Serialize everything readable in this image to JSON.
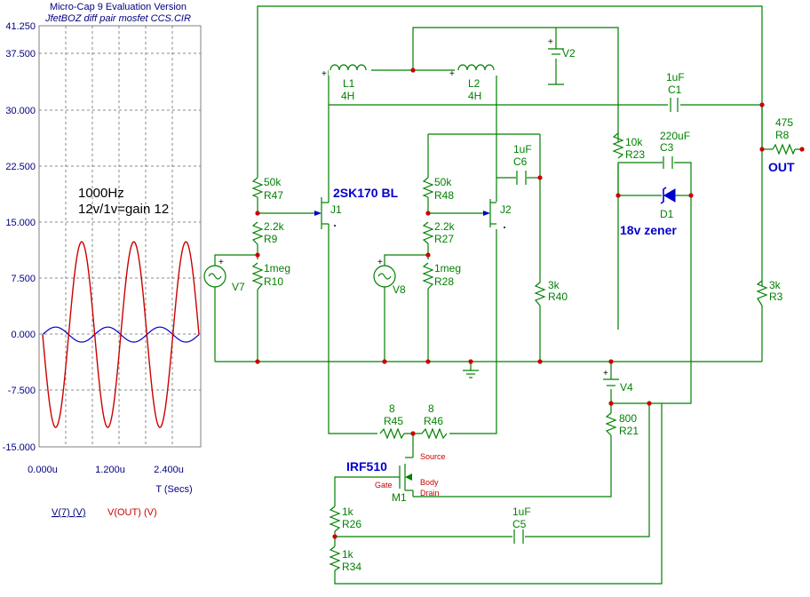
{
  "title": {
    "line1": "Micro-Cap 9 Evaluation Version",
    "line2": "JfetBOZ diff pair mosfet CCS.CIR"
  },
  "plot": {
    "y_ticks": [
      "41.250",
      "37.500",
      "30.000",
      "22.500",
      "15.000",
      "7.500",
      "0.000",
      "-7.500",
      "-15.000"
    ],
    "x_ticks": [
      "0.000u",
      "1.200u",
      "2.400u"
    ],
    "x_label": "T (Secs)",
    "legend_v7": "V(7) (V)",
    "legend_out": "V(OUT) (V)",
    "annotation_1": "1000Hz",
    "annotation_2": "12v/1v=gain 12"
  },
  "chart_data": {
    "type": "line",
    "xlabel": "T (Secs)",
    "ylabel": "",
    "x_ticks": [
      "0.000u",
      "1.200u",
      "2.400u"
    ],
    "ylim": [
      -15,
      41.25
    ],
    "y_ticks": [
      -15,
      -7.5,
      0,
      7.5,
      15,
      22.5,
      30,
      37.5,
      41.25
    ],
    "series": [
      {
        "name": "V(7) (V)",
        "color": "#0000cc",
        "amplitude": 1,
        "cycles": 3,
        "phase_deg": 0
      },
      {
        "name": "V(OUT) (V)",
        "color": "#cc0000",
        "amplitude": 12.4,
        "cycles": 3,
        "phase_deg": 180
      }
    ]
  },
  "components": {
    "L1": {
      "ref": "L1",
      "value": "4H"
    },
    "L2": {
      "ref": "L2",
      "value": "4H"
    },
    "V2": {
      "ref": "V2"
    },
    "C1": {
      "ref": "C1",
      "value": "1uF"
    },
    "R8": {
      "ref": "R8",
      "value": "475"
    },
    "out_label": "OUT",
    "C6": {
      "ref": "C6",
      "value": "1uF"
    },
    "R23": {
      "ref": "R23",
      "value": "10k"
    },
    "C3": {
      "ref": "C3",
      "value": "220uF"
    },
    "D1": {
      "ref": "D1"
    },
    "zener_label": "18v zener",
    "jfet_label": "2SK170 BL",
    "J1": {
      "ref": "J1"
    },
    "J2": {
      "ref": "J2"
    },
    "R47": {
      "ref": "R47",
      "value": "50k"
    },
    "R9": {
      "ref": "R9",
      "value": "2.2k"
    },
    "R10": {
      "ref": "R10",
      "value": "1meg"
    },
    "V7": {
      "ref": "V7"
    },
    "R48": {
      "ref": "R48",
      "value": "50k"
    },
    "R27": {
      "ref": "R27",
      "value": "2.2k"
    },
    "R28": {
      "ref": "R28",
      "value": "1meg"
    },
    "V8": {
      "ref": "V8"
    },
    "R40": {
      "ref": "R40",
      "value": "3k"
    },
    "R3": {
      "ref": "R3",
      "value": "3k"
    },
    "V4": {
      "ref": "V4"
    },
    "R45": {
      "ref": "R45",
      "value": "8"
    },
    "R46": {
      "ref": "R46",
      "value": "8"
    },
    "R21": {
      "ref": "R21",
      "value": "800"
    },
    "M1": {
      "ref": "M1",
      "part": "IRF510"
    },
    "pin_source": "Source",
    "pin_gate": "Gate",
    "pin_body": "Body",
    "pin_drain": "Drain",
    "R26": {
      "ref": "R26",
      "value": "1k"
    },
    "R34": {
      "ref": "R34",
      "value": "1k"
    },
    "C5": {
      "ref": "C5",
      "value": "1uF"
    }
  }
}
